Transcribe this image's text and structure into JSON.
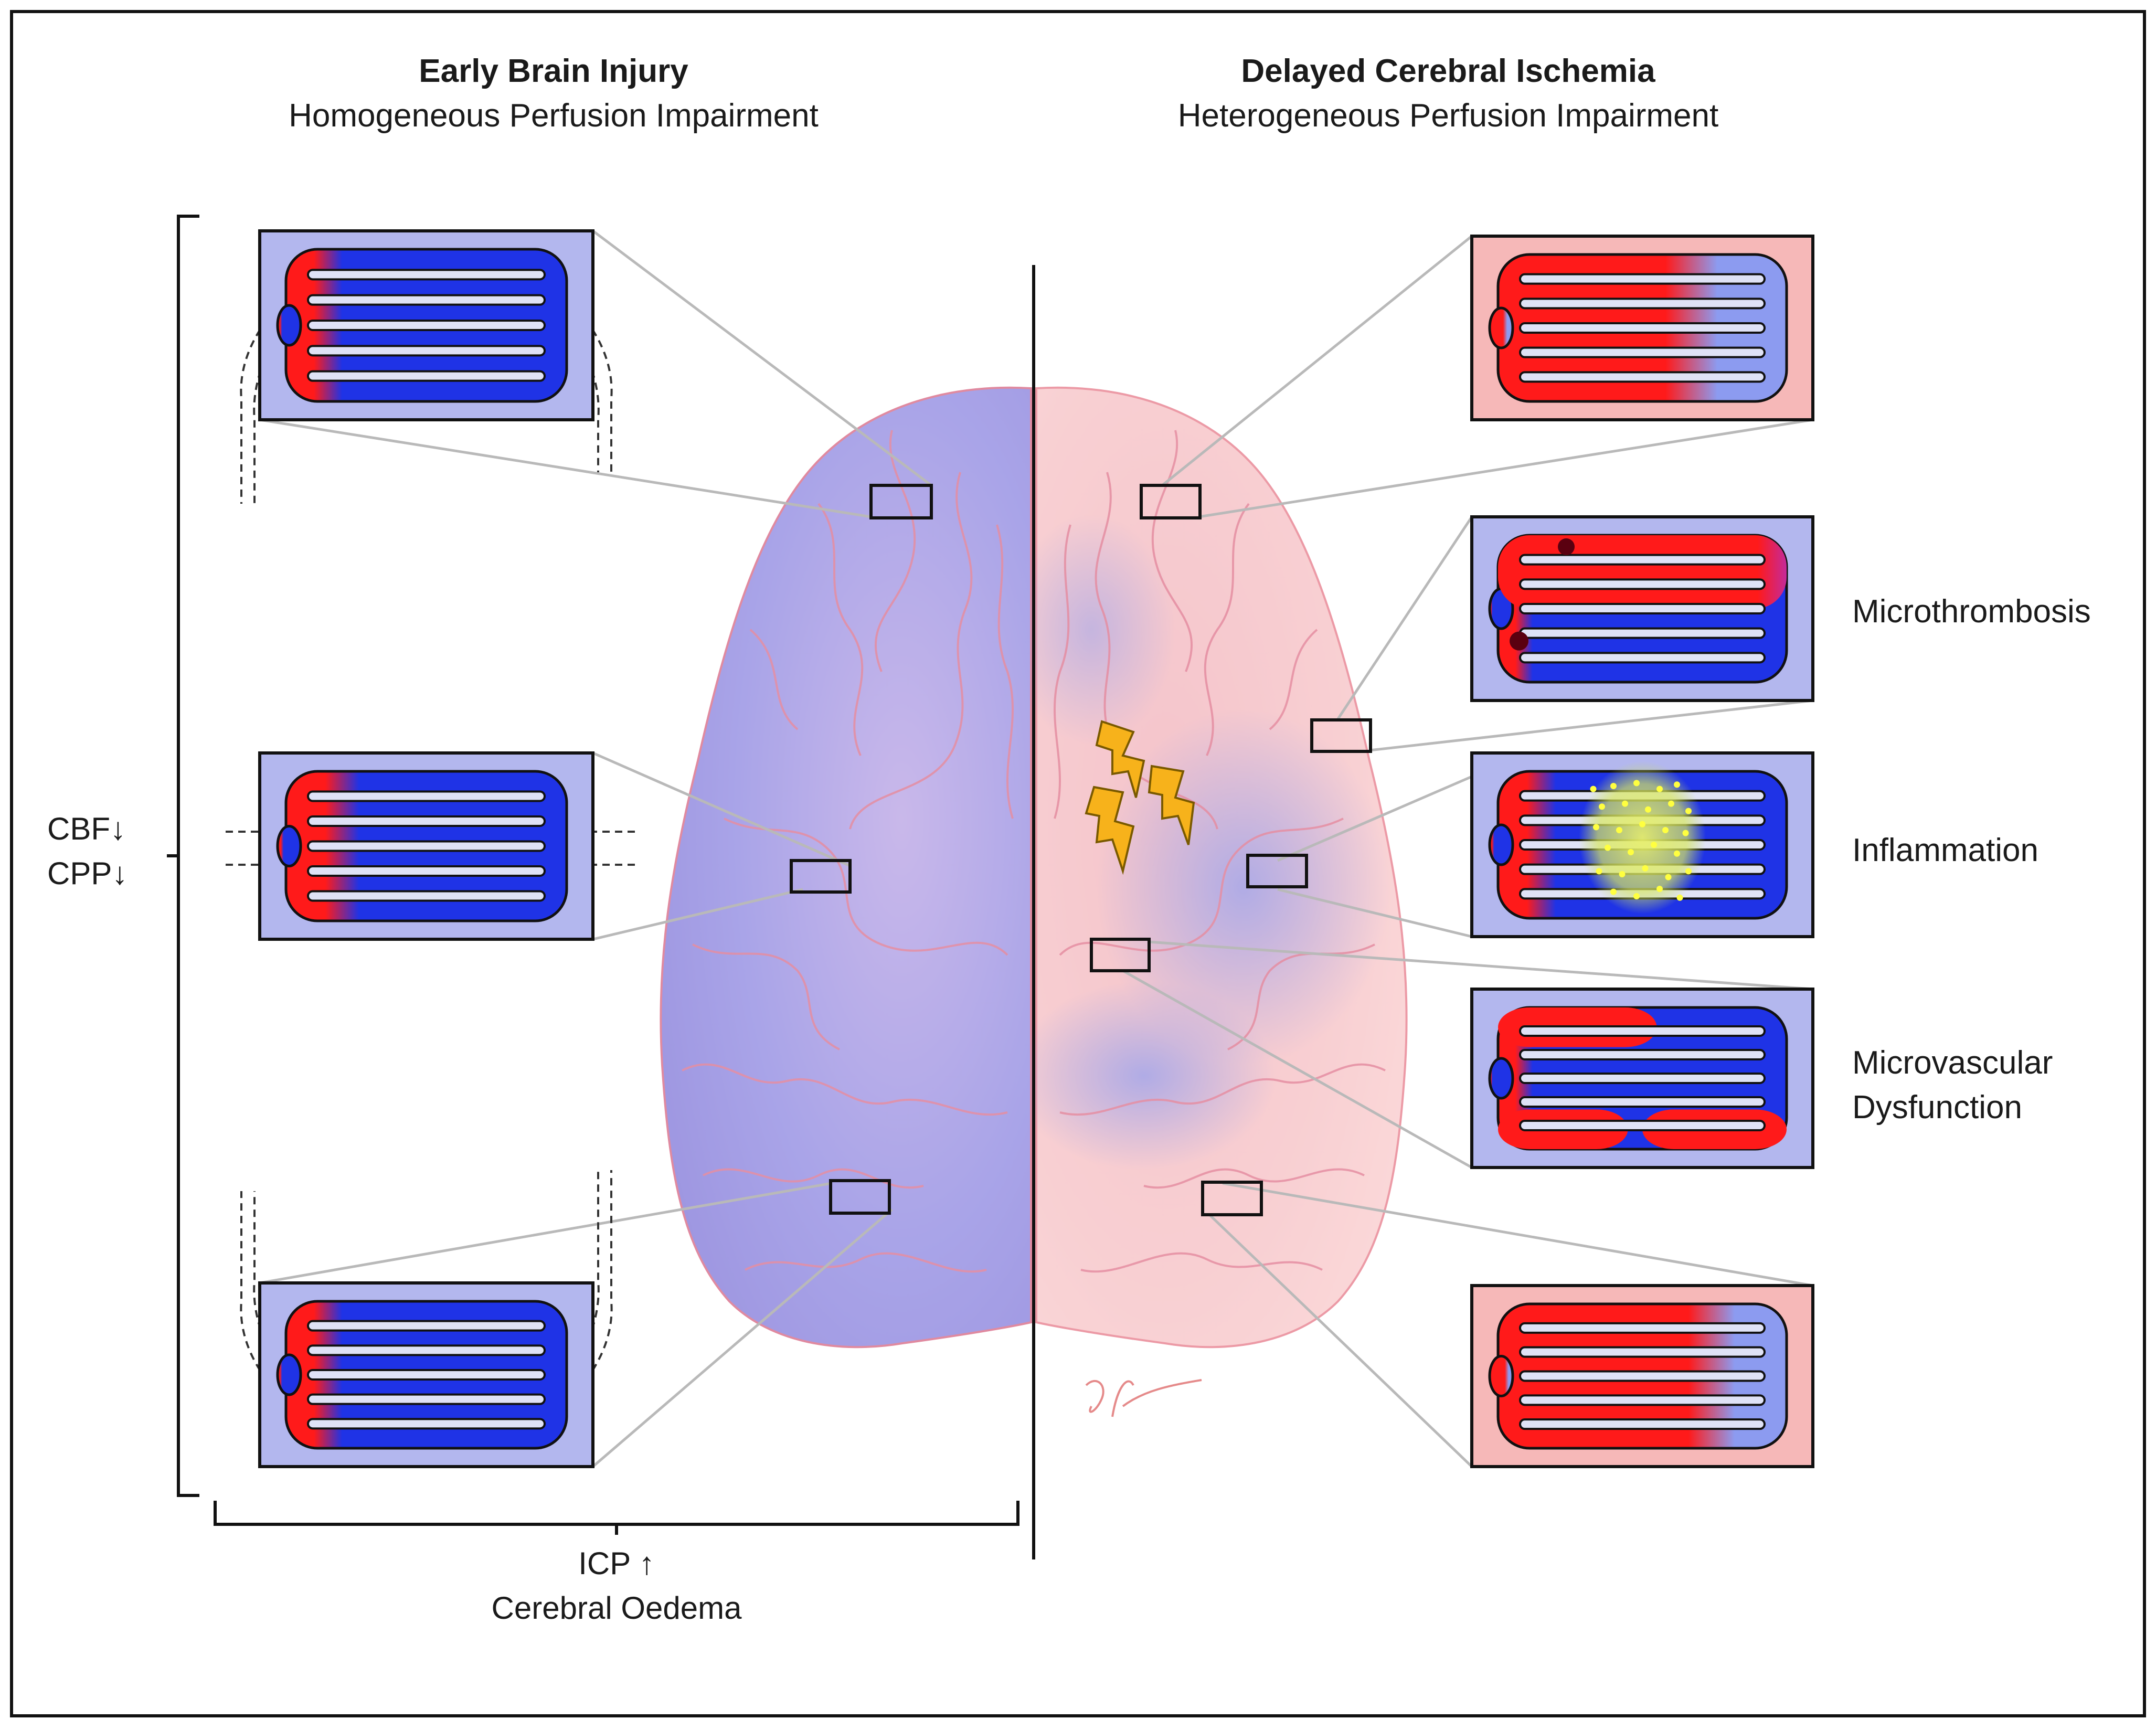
{
  "left_heading": {
    "title": "Early Brain Injury",
    "subtitle": "Homogeneous Perfusion Impairment"
  },
  "right_heading": {
    "title": "Delayed Cerebral Ischemia",
    "subtitle": "Heterogeneous Perfusion Impairment"
  },
  "left_axis": {
    "line1": "CBF↓",
    "line2": "CPP↓"
  },
  "bottom_axis": {
    "line1": "ICP ↑",
    "line2": "Cerebral Oedema"
  },
  "mechanisms": {
    "microthrombosis": "Microthrombosis",
    "inflammation": "Inflammation",
    "microvascular_line1": "Microvascular",
    "microvascular_line2": "Dysfunction"
  },
  "colors": {
    "arterial_red": "#ff1a1a",
    "venous_blue": "#1f33e6",
    "light_blue": "#8c9bf0",
    "panel_blue_bg": "#b3b7ee",
    "panel_pink_bg": "#f6b8b8",
    "brain_purple": "#a7a2e6",
    "brain_pink": "#f7c9cc",
    "inflammation_yellow": "#f5f542",
    "bolt_orange": "#f7b21b"
  }
}
